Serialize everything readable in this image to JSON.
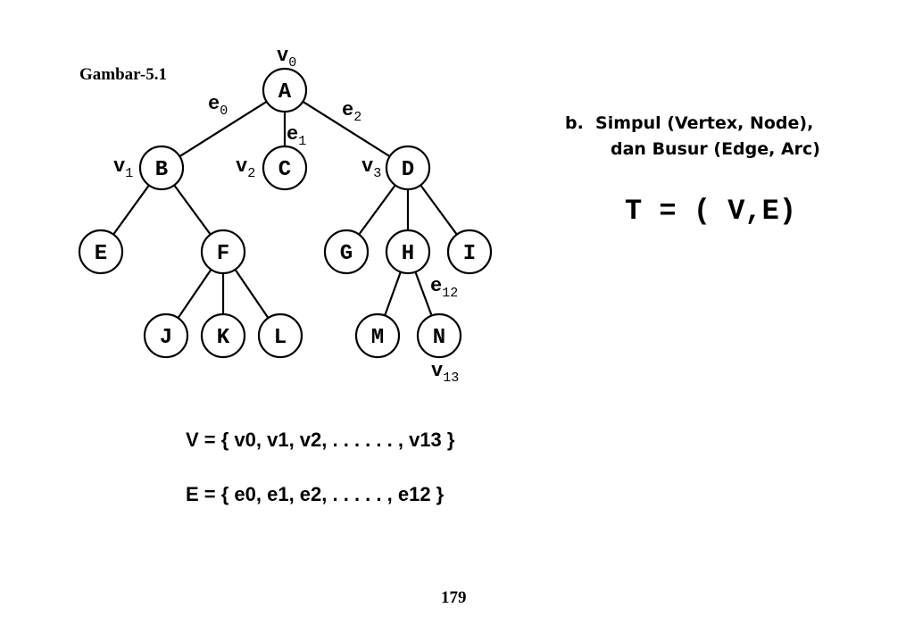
{
  "figure_label": "Gambar-5.1",
  "section": {
    "line1": "b.  Simpul (Vertex, Node),",
    "line2": "dan Busur (Edge, Arc)"
  },
  "formula": "T = ( V,E)",
  "set_v": "V = { v0, v1, v2, . . . . . . , v13 }",
  "set_e": "E = { e0, e1, e2, . . . . . , e12 }",
  "page_number": "179",
  "tree": {
    "nodes": [
      "A",
      "B",
      "C",
      "D",
      "E",
      "F",
      "G",
      "H",
      "I",
      "J",
      "K",
      "L",
      "M",
      "N"
    ],
    "edges": [
      [
        "A",
        "B"
      ],
      [
        "A",
        "C"
      ],
      [
        "A",
        "D"
      ],
      [
        "B",
        "E"
      ],
      [
        "B",
        "F"
      ],
      [
        "D",
        "G"
      ],
      [
        "D",
        "H"
      ],
      [
        "D",
        "I"
      ],
      [
        "F",
        "J"
      ],
      [
        "F",
        "K"
      ],
      [
        "F",
        "L"
      ],
      [
        "H",
        "M"
      ],
      [
        "H",
        "N"
      ]
    ],
    "annotations": {
      "v0": {
        "base": "v",
        "sub": "0"
      },
      "v1": {
        "base": "v",
        "sub": "1"
      },
      "v2": {
        "base": "v",
        "sub": "2"
      },
      "v3": {
        "base": "v",
        "sub": "3"
      },
      "v13": {
        "base": "v",
        "sub": "13"
      },
      "e0": {
        "base": "e",
        "sub": "0"
      },
      "e1": {
        "base": "e",
        "sub": "1"
      },
      "e2": {
        "base": "e",
        "sub": "2"
      },
      "e12": {
        "base": "e",
        "sub": "12"
      }
    }
  }
}
